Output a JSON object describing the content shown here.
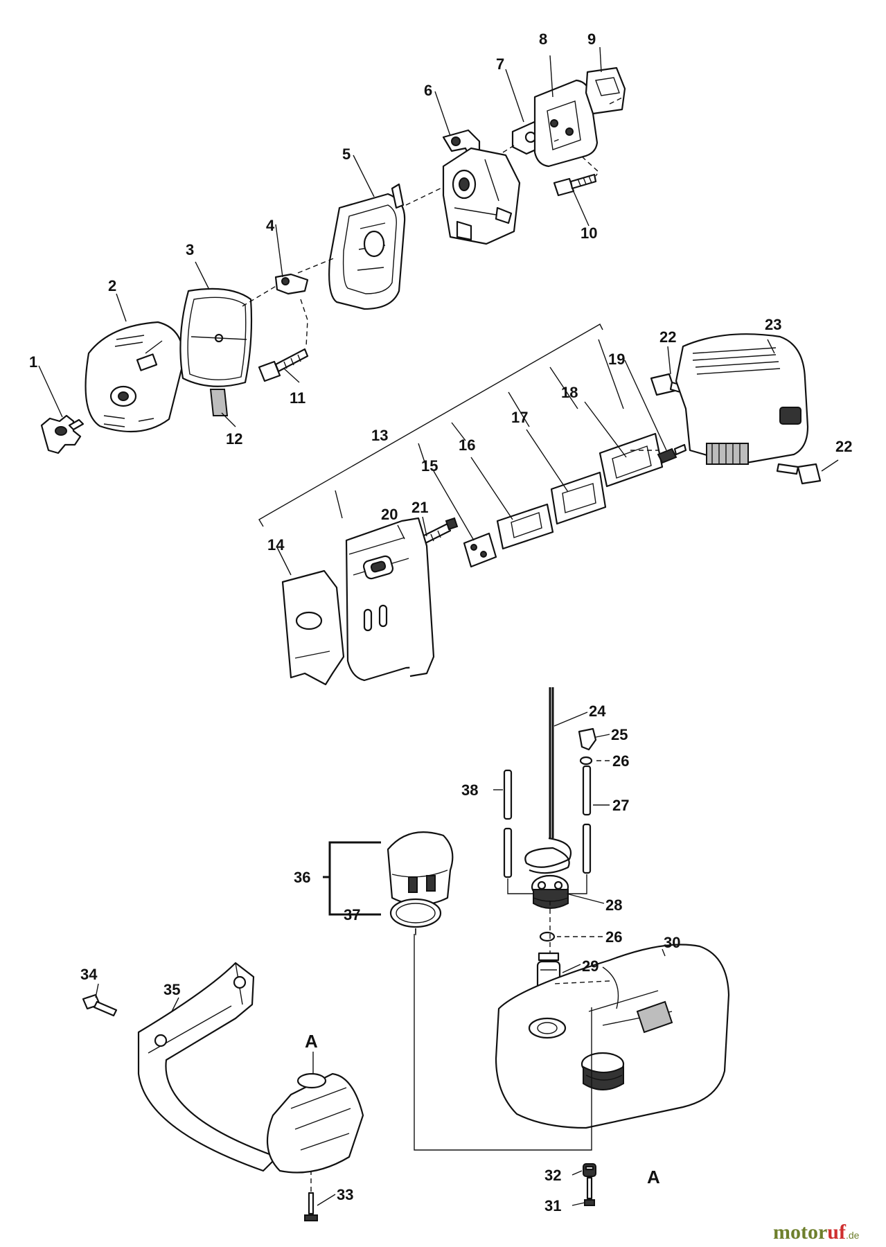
{
  "labels": [
    "1",
    "2",
    "3",
    "4",
    "5",
    "6",
    "7",
    "8",
    "9",
    "10",
    "11",
    "12",
    "13",
    "14",
    "15",
    "16",
    "17",
    "18",
    "19",
    "20",
    "21",
    "22",
    "23",
    "24",
    "25",
    "26",
    "27",
    "28",
    "29",
    "30",
    "31",
    "32",
    "33",
    "34",
    "35",
    "36",
    "37",
    "38"
  ],
  "section_mark": "A",
  "watermark": {
    "part1": "motor",
    "part2": "uf",
    "suffix": ".de",
    "colors": {
      "primary": "#6e7f2c",
      "accent": "#cf2f2f"
    }
  }
}
